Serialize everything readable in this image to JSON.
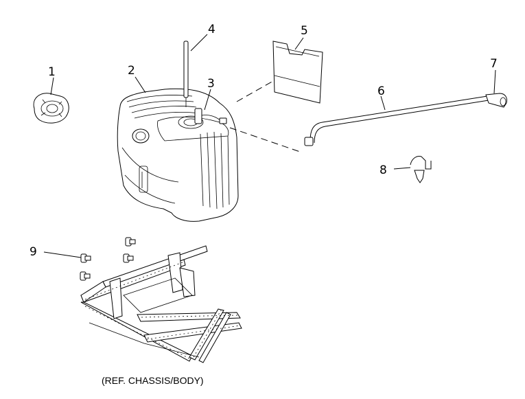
{
  "callouts": {
    "c1": "1",
    "c2": "2",
    "c3": "3",
    "c4": "4",
    "c5": "5",
    "c6": "6",
    "c7": "7",
    "c8": "8",
    "c9": "9"
  },
  "caption": "(REF. CHASSIS/BODY)"
}
